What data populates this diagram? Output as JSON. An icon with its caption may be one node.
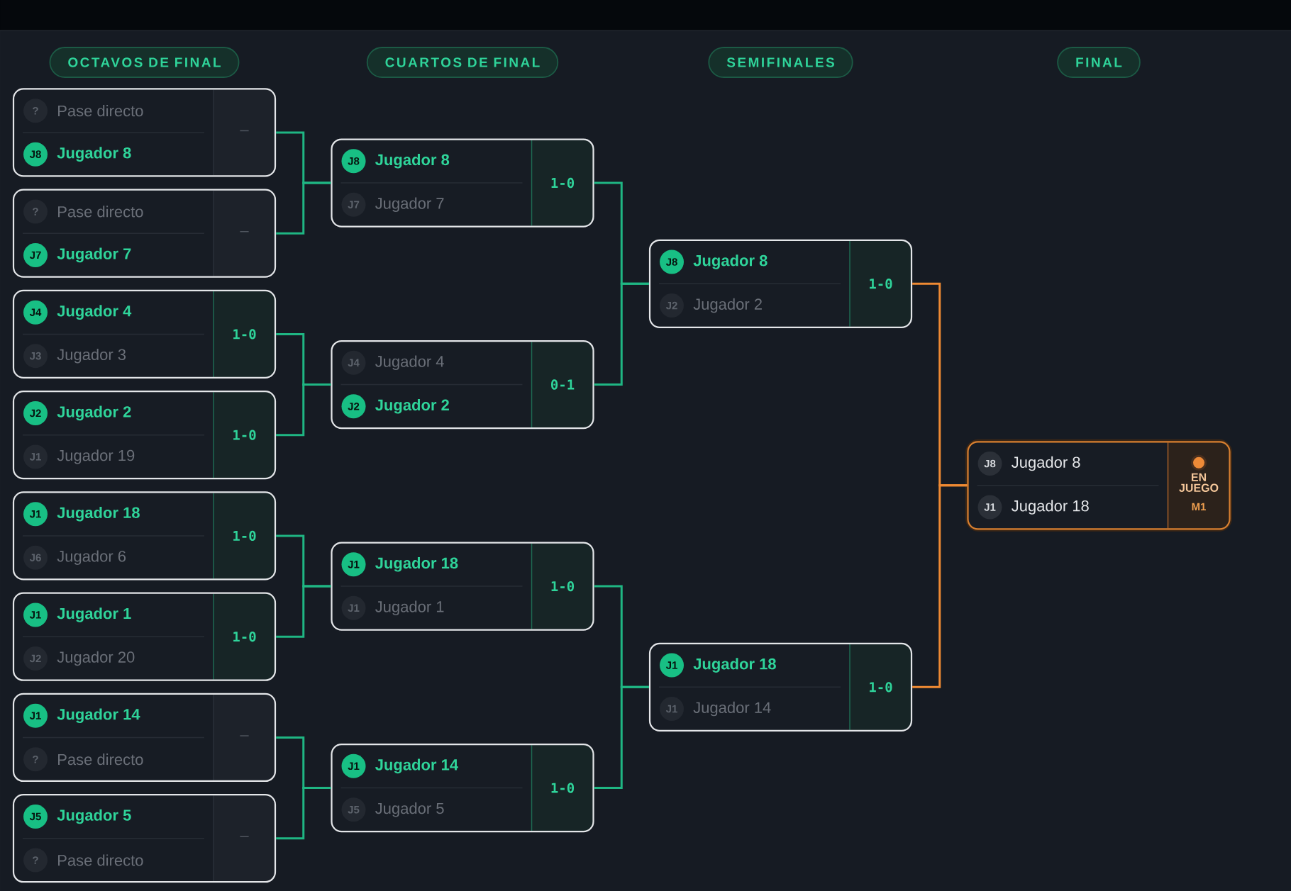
{
  "diagram": {
    "nodes": [
      {
        "text": [
          "OCTAVOS DE FINAL"
        ]
      },
      {
        "text": [
          "CUARTOS DE FINAL"
        ]
      },
      {
        "text": [
          "SEMIFINALES"
        ]
      },
      {
        "text": [
          "FINAL"
        ]
      },
      {
        "text": [
          "Pase directo",
          "Jugador 8",
          "–"
        ]
      },
      {
        "text": [
          "?"
        ],
        "in": 4
      },
      {
        "text": [
          "J8"
        ],
        "in": 4
      },
      {
        "text": [
          "Pase directo",
          "Jugador 7",
          "–"
        ]
      },
      {
        "text": [
          "?"
        ],
        "in": 7
      },
      {
        "text": [
          "J7"
        ],
        "in": 7
      },
      {
        "text": [
          "Jugador 4",
          "Jugador 3",
          "1-0"
        ]
      },
      {
        "text": [
          "J4"
        ],
        "in": 10
      },
      {
        "text": [
          "J3"
        ],
        "in": 10
      },
      {
        "text": [
          "Jugador 2",
          "Jugador 19",
          "1-0"
        ]
      },
      {
        "text": [
          "J2"
        ],
        "in": 13
      },
      {
        "text": [
          "J1"
        ],
        "in": 13
      },
      {
        "text": [
          "Jugador 18",
          "Jugador 6",
          "1-0"
        ]
      },
      {
        "text": [
          "J1"
        ],
        "in": 16
      },
      {
        "text": [
          "J6"
        ],
        "in": 16
      },
      {
        "text": [
          "Jugador 1",
          "Jugador 20",
          "1-0"
        ]
      },
      {
        "text": [
          "J1"
        ],
        "in": 19
      },
      {
        "text": [
          "J2"
        ],
        "in": 19
      },
      {
        "text": [
          "Jugador 14",
          "Pase directo",
          "–"
        ]
      },
      {
        "text": [
          "J1"
        ],
        "in": 22
      },
      {
        "text": [
          "?"
        ],
        "in": 22
      },
      {
        "text": [
          "Jugador 5",
          "Pase directo",
          "–"
        ]
      },
      {
        "text": [
          "J5"
        ],
        "in": 25
      },
      {
        "text": [
          "?"
        ],
        "in": 25
      },
      {
        "text": [
          "Jugador 8",
          "Jugador 7",
          "1-0"
        ]
      },
      {
        "text": [
          "J8"
        ],
        "in": 28
      },
      {
        "text": [
          "J7"
        ],
        "in": 28
      },
      {
        "text": [
          "Jugador 4",
          "Jugador 2",
          "0-1"
        ]
      },
      {
        "text": [
          "J4"
        ],
        "in": 31
      },
      {
        "text": [
          "J2"
        ],
        "in": 31
      },
      {
        "text": [
          "Jugador 18",
          "Jugador 1",
          "1-0"
        ]
      },
      {
        "text": [
          "J1"
        ],
        "in": 34
      },
      {
        "text": [
          "J1"
        ],
        "in": 34
      },
      {
        "text": [
          "Jugador 14",
          "Jugador 5",
          "1-0"
        ]
      },
      {
        "text": [
          "J1"
        ],
        "in": 37
      },
      {
        "text": [
          "J5"
        ],
        "in": 37
      },
      {
        "text": [
          "Jugador 8",
          "Jugador 2",
          "1-0"
        ]
      },
      {
        "text": [
          "J8"
        ],
        "in": 40
      },
      {
        "text": [
          "J2"
        ],
        "in": 40
      },
      {
        "text": [
          "Jugador 18",
          "Jugador 14",
          "1-0"
        ]
      },
      {
        "text": [
          "J1"
        ],
        "in": 43
      },
      {
        "text": [
          "J1"
        ],
        "in": 43
      },
      {
        "text": [
          "Jugador 8",
          "Jugador 18",
          "EN JUEGO",
          "M1"
        ]
      },
      {
        "text": [
          "J8"
        ],
        "in": 46
      },
      {
        "text": [
          "J1"
        ],
        "in": 46
      }
    ],
    "edges": [
      {
        "from": 4,
        "to": 28,
        "arrow": "none"
      },
      {
        "from": 7,
        "to": 28,
        "arrow": "none"
      },
      {
        "from": 10,
        "to": 31,
        "arrow": "none"
      },
      {
        "from": 13,
        "to": 31,
        "arrow": "none"
      },
      {
        "from": 16,
        "to": 34,
        "arrow": "none"
      },
      {
        "from": 19,
        "to": 34,
        "arrow": "none"
      },
      {
        "from": 22,
        "to": 37,
        "arrow": "none"
      },
      {
        "from": 25,
        "to": 37,
        "arrow": "none"
      },
      {
        "from": 28,
        "to": 40,
        "arrow": "none"
      },
      {
        "from": 31,
        "to": 40,
        "arrow": "none"
      },
      {
        "from": 34,
        "to": 43,
        "arrow": "none"
      },
      {
        "from": 37,
        "to": 43,
        "arrow": "none"
      },
      {
        "from": 40,
        "to": 46,
        "arrow": "none",
        "color": "#ef8a33"
      },
      {
        "from": 43,
        "to": 46,
        "arrow": "none",
        "color": "#ef8a33"
      }
    ]
  }
}
